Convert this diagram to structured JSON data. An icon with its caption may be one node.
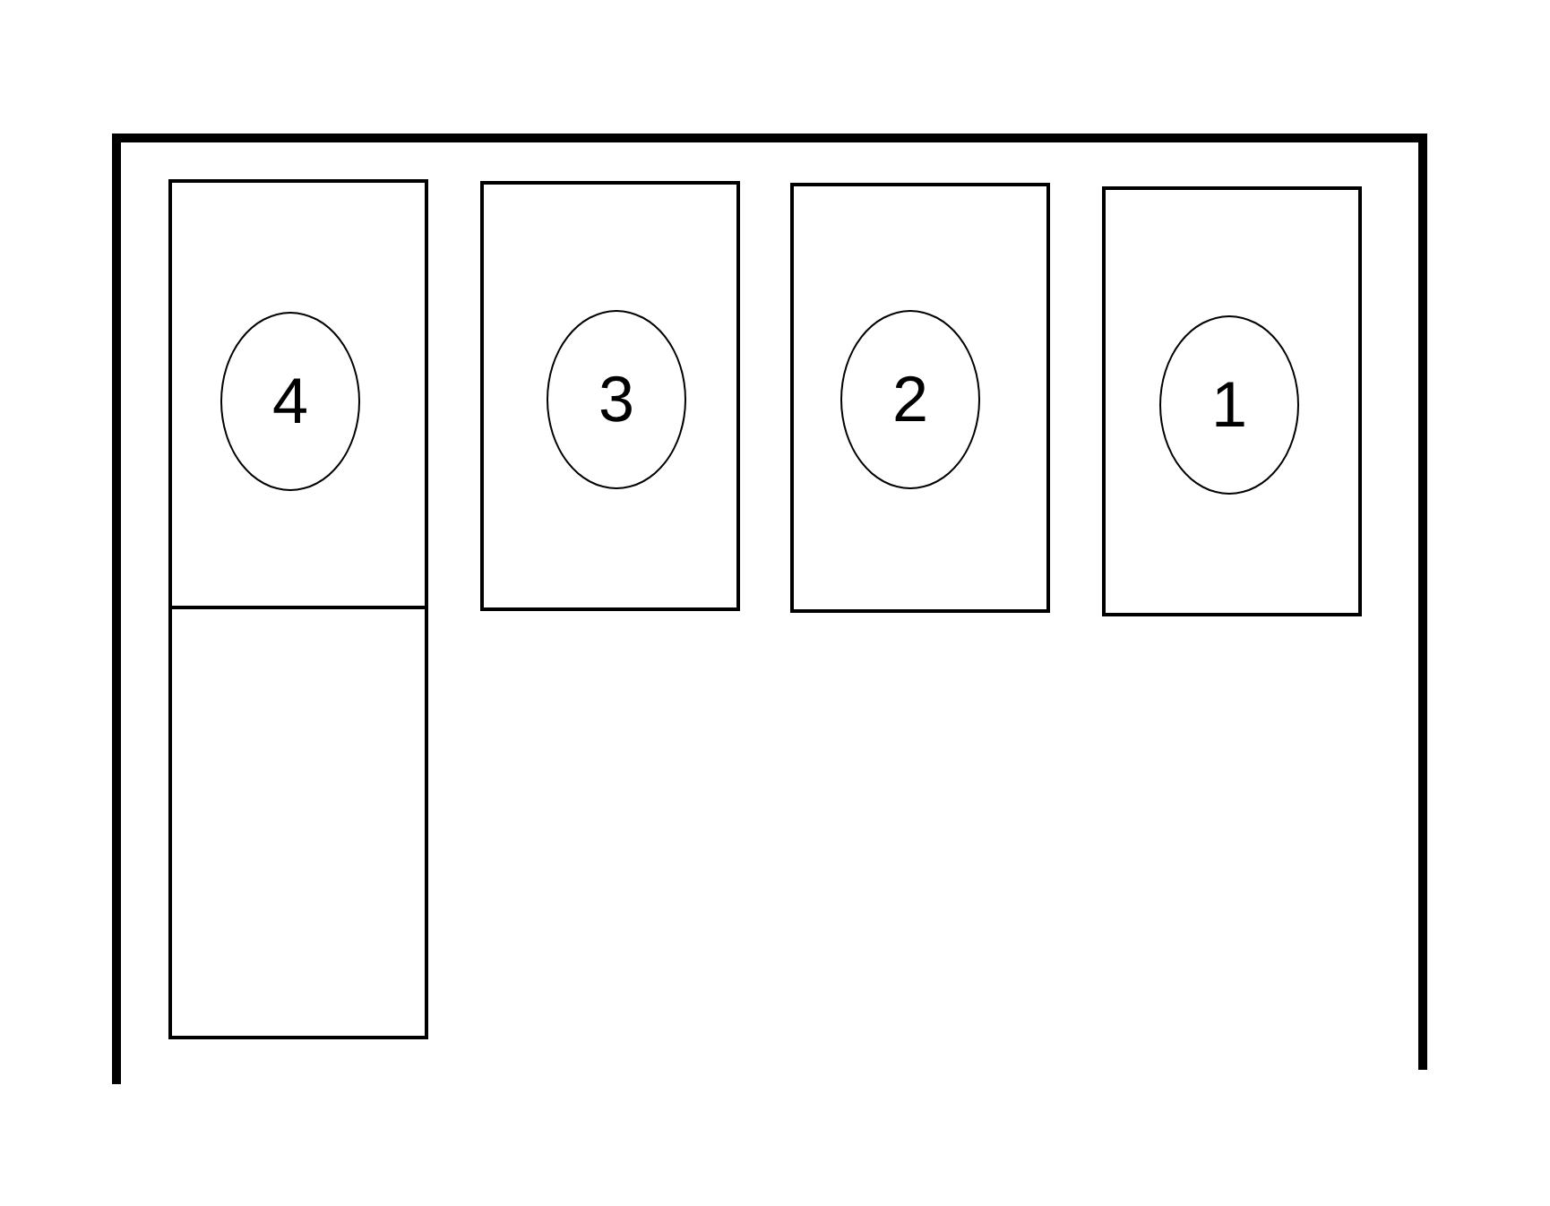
{
  "diagram": {
    "nodes": [
      {
        "text": [],
        "shape": "box"
      },
      {
        "text": [
          "4"
        ],
        "in": 0
      },
      {
        "text": [],
        "shape": "box"
      },
      {
        "text": [
          "3"
        ],
        "in": 2
      },
      {
        "text": [],
        "shape": "box"
      },
      {
        "text": [
          "2"
        ],
        "in": 4
      },
      {
        "text": [],
        "shape": "box"
      },
      {
        "text": [
          "1"
        ],
        "in": 6
      },
      {
        "text": [],
        "shape": "box"
      }
    ]
  }
}
